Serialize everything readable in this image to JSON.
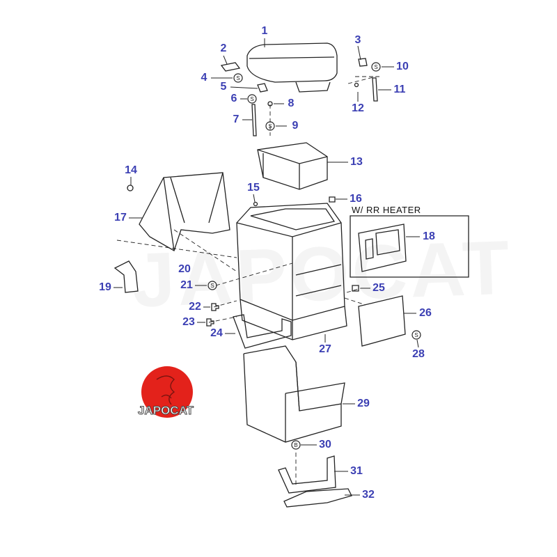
{
  "diagram": {
    "callouts": [
      "1",
      "2",
      "3",
      "4",
      "5",
      "6",
      "7",
      "8",
      "9",
      "10",
      "11",
      "12",
      "13",
      "14",
      "15",
      "16",
      "17",
      "18",
      "19",
      "20",
      "21",
      "22",
      "23",
      "24",
      "25",
      "26",
      "27",
      "28",
      "29",
      "30",
      "31",
      "32"
    ],
    "note": "W/ RR HEATER",
    "washer_symbol": "S",
    "bolt_symbol": "B",
    "label_color": "#3b3fb3"
  },
  "logo": {
    "text": "JAPOCAT",
    "color": "#e3221b"
  },
  "watermark": "JAPOCAT"
}
